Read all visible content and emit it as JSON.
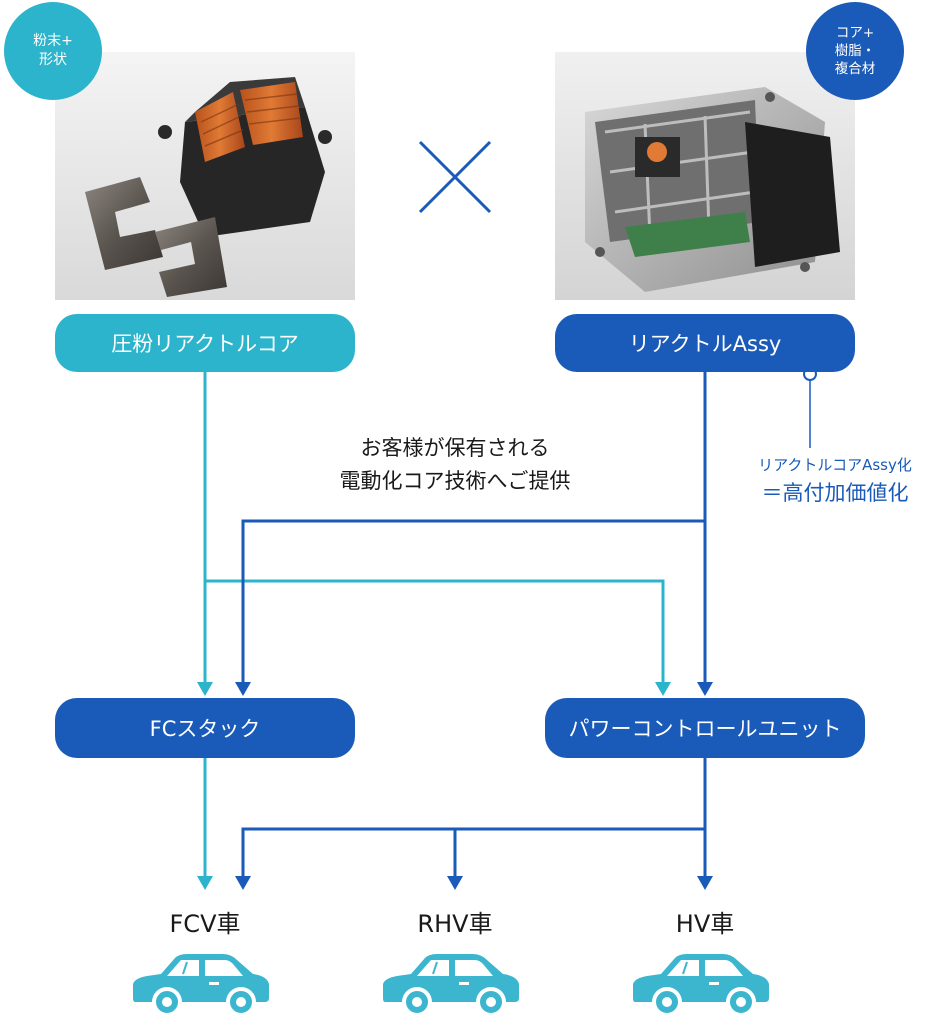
{
  "colors": {
    "light": "#2bb4cc",
    "dark": "#1a5ab8",
    "car": "#3cb6cf",
    "text": "#1a1a1a"
  },
  "badges": {
    "left": "粉末+\n形状",
    "right": "コア+\n樹脂・\n複合材"
  },
  "nodes": {
    "dust_core": "圧粉リアクトルコア",
    "reactor_assy": "リアクトルAssy",
    "fc_stack": "FCスタック",
    "pcu": "パワーコントロールユニット"
  },
  "times_symbol": "×",
  "center_note": "お客様が保有される\n電動化コア技術へご提供",
  "side_note": {
    "line1": "リアクトルコアAssy化",
    "line2": "＝高付加価値化"
  },
  "vehicles": [
    "FCV車",
    "RHV車",
    "HV車"
  ],
  "icons": {
    "photo_left": "reactor-core-photo",
    "photo_right": "reactor-assembly-photo",
    "car": "car-icon"
  }
}
